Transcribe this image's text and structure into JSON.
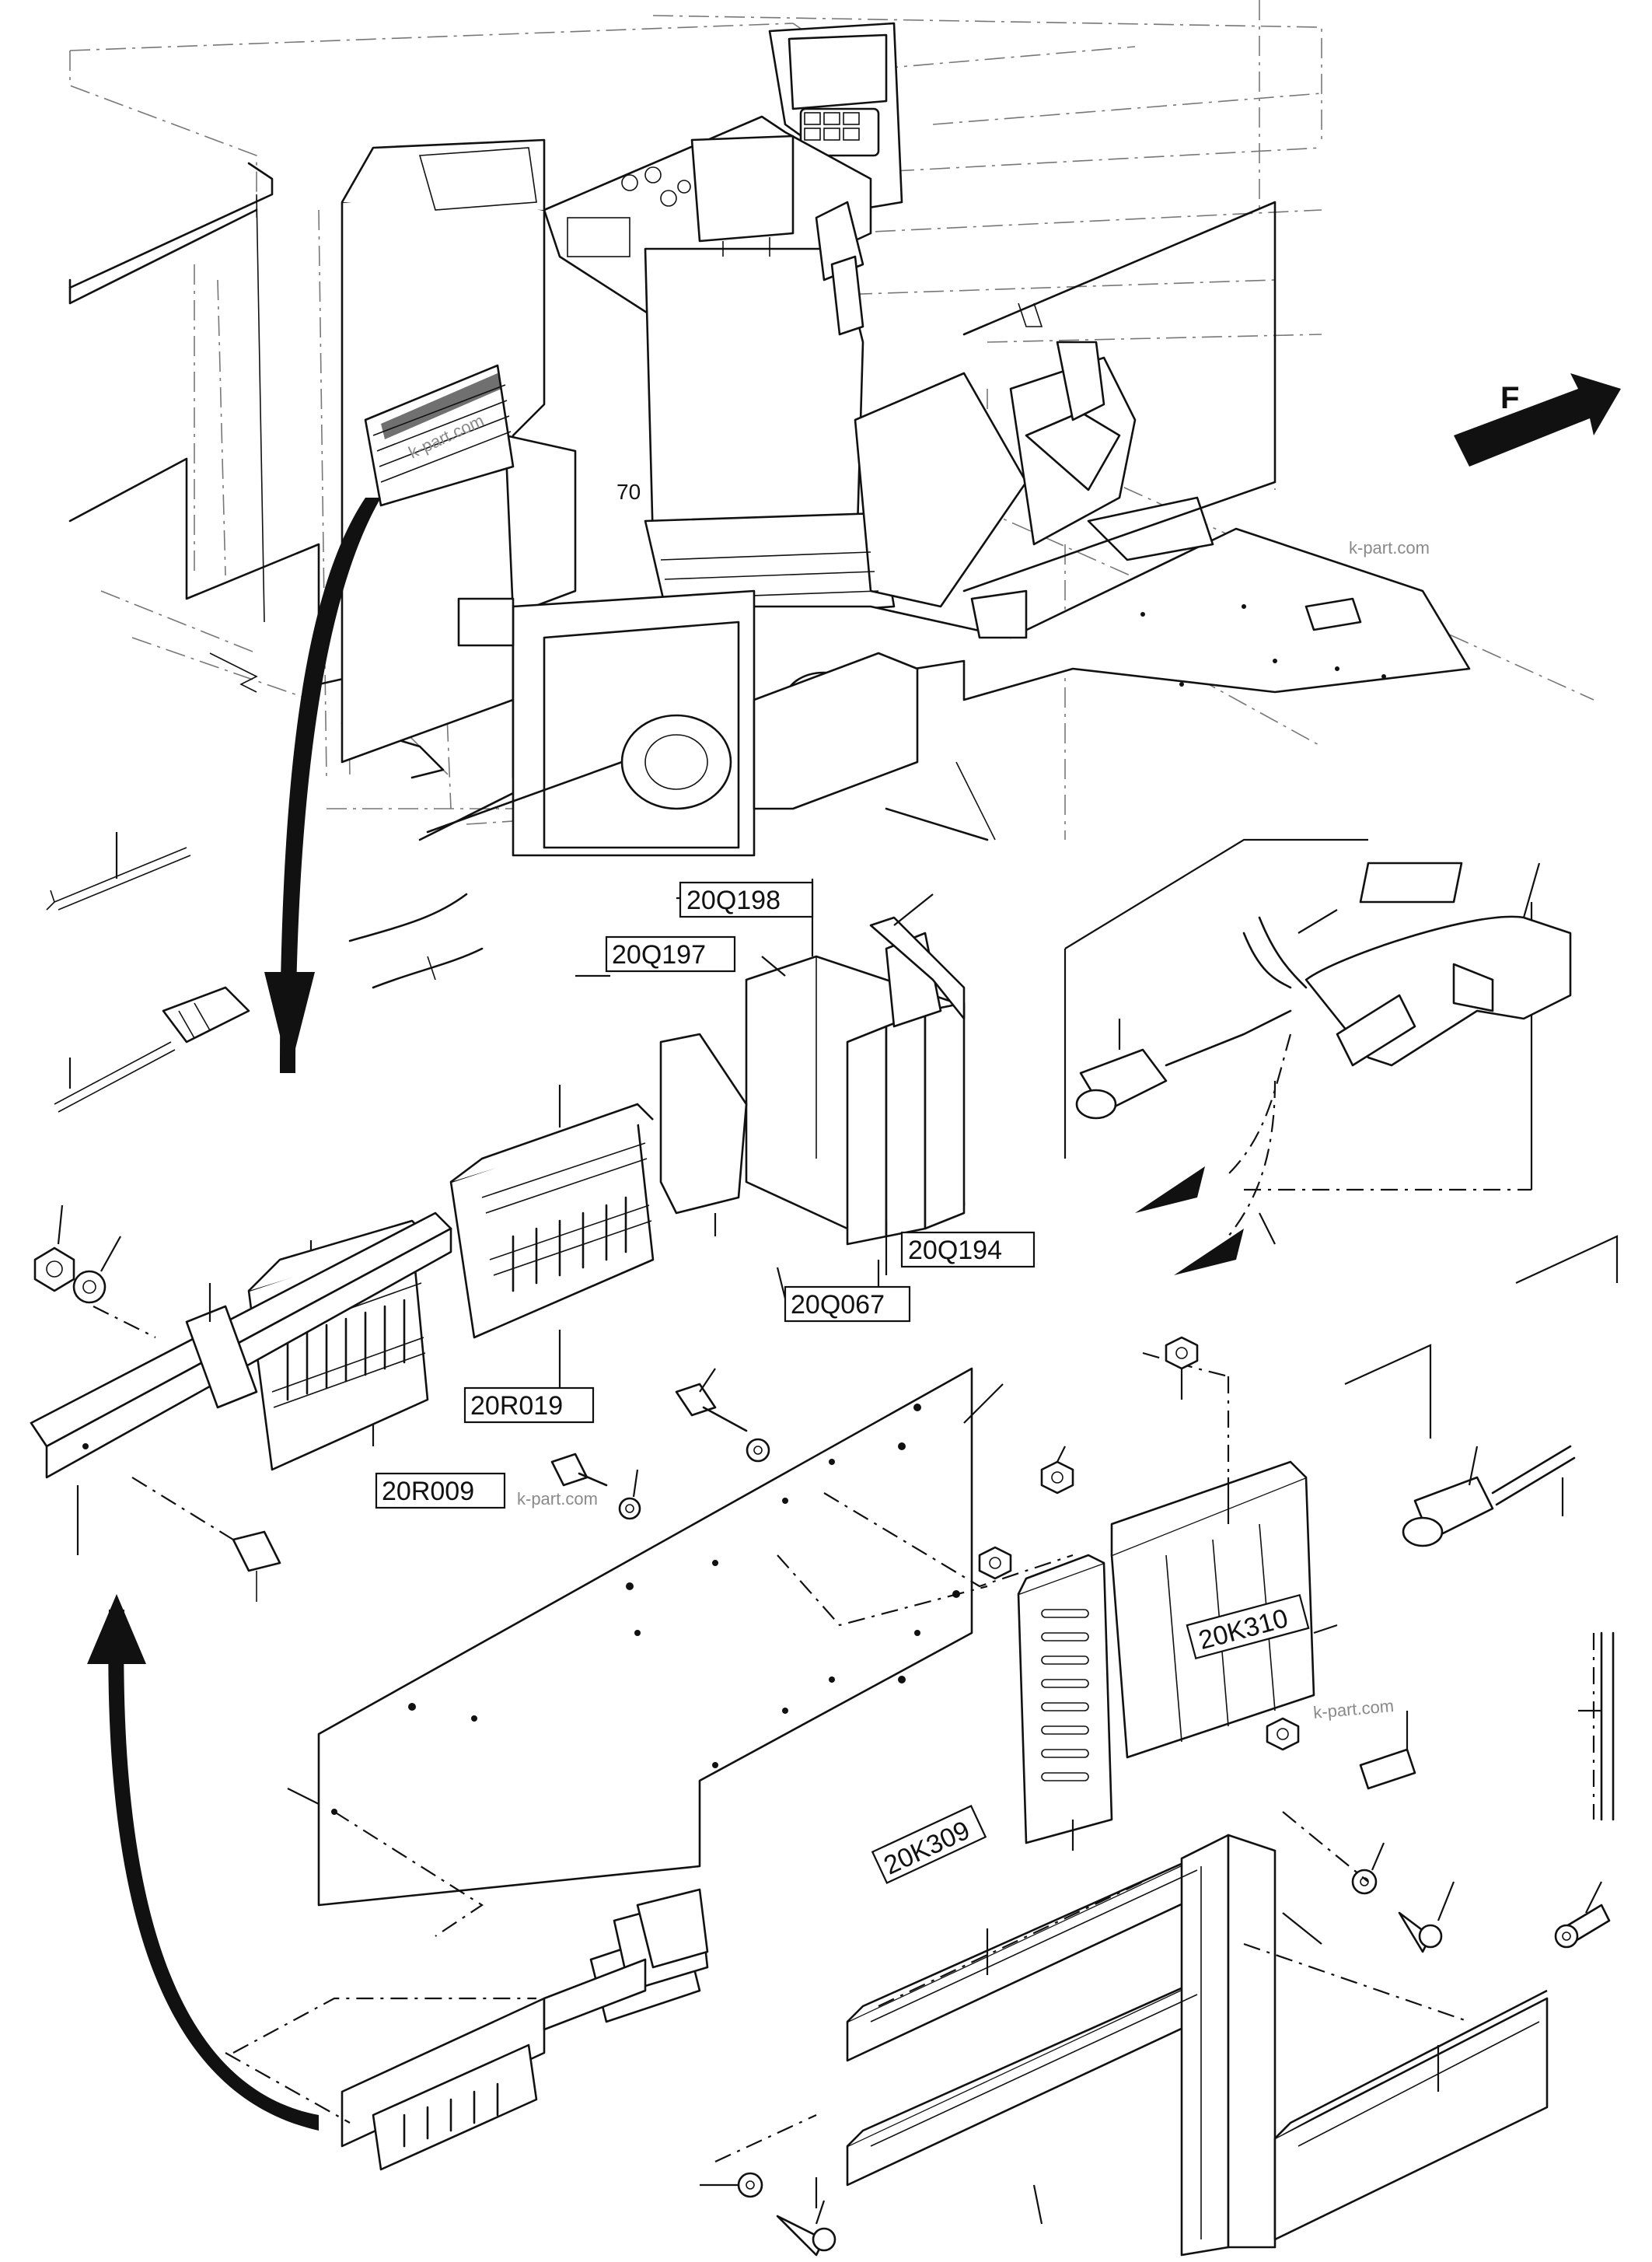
{
  "direction_label": "F",
  "ref_number": "70",
  "watermark": "k-part.com",
  "part_labels": {
    "q198": "20Q198",
    "q197": "20Q197",
    "q194": "20Q194",
    "q067": "20Q067",
    "r019": "20R019",
    "r009": "20R009",
    "k310": "20K310",
    "k309": "20K309"
  }
}
